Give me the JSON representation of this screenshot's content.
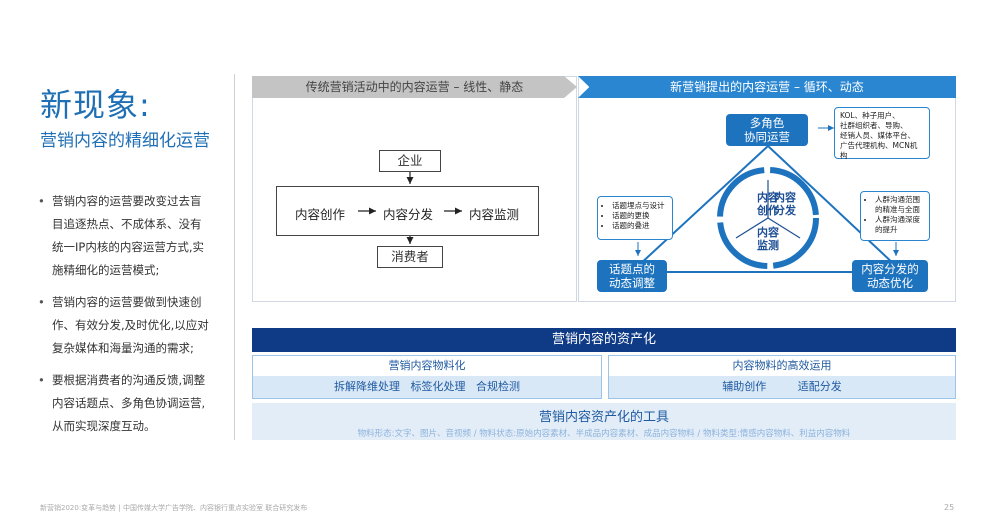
{
  "heading": {
    "title": "新现象:",
    "subtitle": "营销内容的精细化运营"
  },
  "bullets": [
    "营销内容的运营要改变过去盲目追逐热点、不成体系、没有统一IP内核的内容运营方式,实施精细化的运营模式;",
    "营销内容的运营要做到快速创作、有效分发,及时优化,以应对复杂媒体和海量沟通的需求;",
    "要根据消费者的沟通反馈,调整内容话题点、多角色协调运营,从而实现深度互动。"
  ],
  "traditional": {
    "banner": "传统营销活动中的内容运营 – 线性、静态",
    "enterprise": "企业",
    "create": "内容创作",
    "distribute": "内容分发",
    "monitor": "内容监测",
    "consumer": "消费者"
  },
  "new_marketing": {
    "banner": "新营销提出的内容运营 – 循环、动态",
    "top_stage": "多角色\n协同运营",
    "left_stage": "话题点的\n动态调整",
    "right_stage": "内容分发的\n动态优化",
    "center": {
      "create": "内容\n创作",
      "distribute": "内容\n分发",
      "monitor": "内容\n监测"
    },
    "roles_note": "KOL、种子用户、\n社群组织者、导购、\n经销人员、媒体平台、\n广告代理机构、MCN机构",
    "topic_notes": [
      "话题埋点与设计",
      "话题的更换",
      "话题的叠进"
    ],
    "distribution_notes": [
      "人群沟通范围的精准与全面",
      "人群沟通深度的提升"
    ]
  },
  "assets": {
    "title": "营销内容的资产化",
    "left_header": "营销内容物料化",
    "left_body": "拆解降维处理   标签化处理   合规检测",
    "right_header": "内容物料的高效运用",
    "right_body": "辅助创作         适配分发",
    "tools_title": "营销内容资产化的工具",
    "tools_desc": "物料形态:文字、图片、音视频 / 物料状态:原始内容素材、半成品内容素材、成品内容物料 / 物料类型:情感内容物料、利益内容物料"
  },
  "footer": {
    "source": "新营销2020:变革与趋势 | 中国传媒大学广告学院、内容银行重点实验室 联合研究发布",
    "page": "25"
  },
  "colors": {
    "brand_blue": "#1f6fb5",
    "stage_blue": "#1e73be",
    "dark_navy": "#0f3a85"
  }
}
